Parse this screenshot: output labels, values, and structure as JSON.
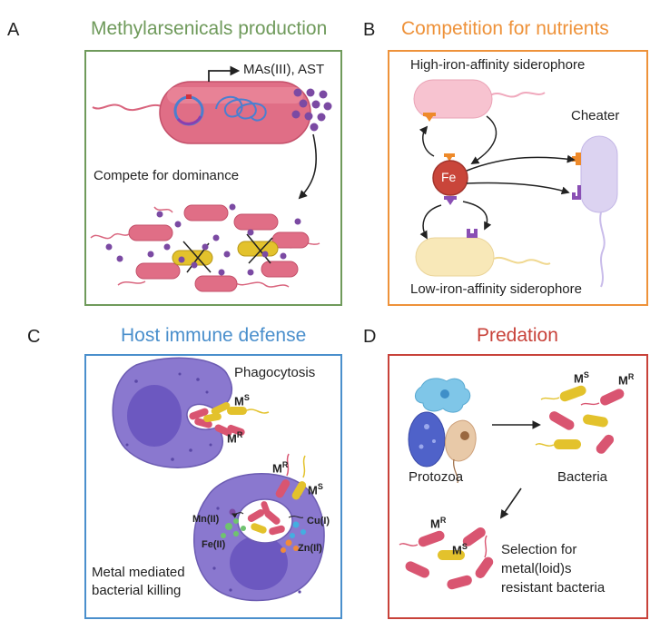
{
  "colors": {
    "panel_a": "#6f9a5b",
    "panel_b": "#ee923a",
    "panel_c": "#4a8fcc",
    "panel_d": "#c8423a",
    "bacteria_red": "#d95571",
    "bacteria_yellow": "#e3c22c",
    "arsenical_purple": "#7b4aa3",
    "macrophage": "#8a78cf",
    "iron": "#c9453a"
  },
  "panel_a": {
    "letter": "A",
    "title": "Methylarsenicals production",
    "product_label": "MAs(III), AST",
    "compete_label": "Compete for dominance"
  },
  "panel_b": {
    "letter": "B",
    "title": "Competition for nutrients",
    "high_label": "High-iron-affinity siderophore",
    "cheater_label": "Cheater",
    "fe_label": "Fe",
    "low_label": "Low-iron-affinity siderophore"
  },
  "panel_c": {
    "letter": "C",
    "title": "Host immune defense",
    "phagocytosis_label": "Phagocytosis",
    "m": "M",
    "sup_s": "S",
    "sup_r": "R",
    "ions": [
      "Mn(II)",
      "Fe(II)",
      "Cu(I)",
      "Zn(II)"
    ],
    "killing_label_1": "Metal mediated",
    "killing_label_2": "bacterial killing"
  },
  "panel_d": {
    "letter": "D",
    "title": "Predation",
    "m": "M",
    "sup_s": "S",
    "sup_r": "R",
    "protozoa_label": "Protozoa",
    "bacteria_label": "Bacteria",
    "selection_1": "Selection for",
    "selection_2": "metal(loid)s",
    "selection_3": "resistant bacteria"
  }
}
